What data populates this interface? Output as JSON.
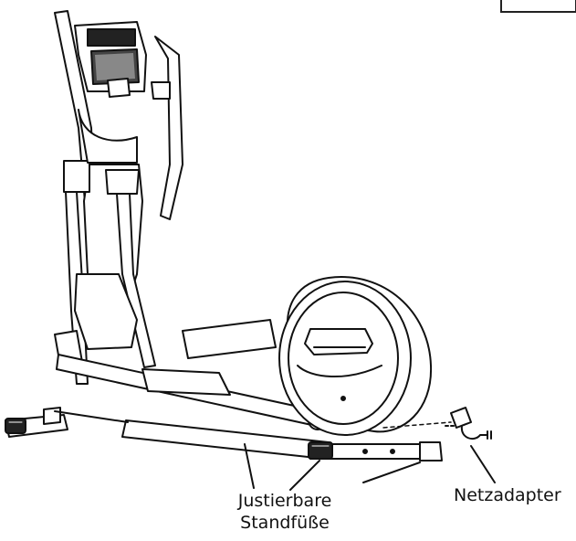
{
  "labels": {
    "feet_line1": "Justierbare",
    "feet_line2": "Standfüße",
    "adapter": "Netzadapter"
  },
  "icons": [
    "elliptical-trainer",
    "power-adapter-icon"
  ]
}
